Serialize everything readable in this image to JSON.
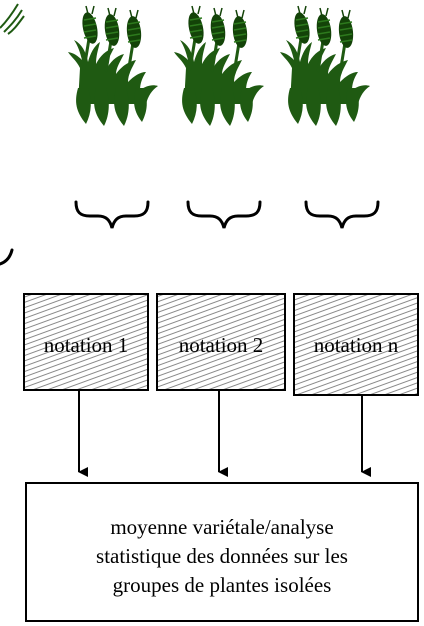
{
  "boxes": [
    {
      "label": "notation 1"
    },
    {
      "label": "notation 2"
    },
    {
      "label": "notation n"
    }
  ],
  "result": {
    "lines": [
      "moyenne variétale/analyse",
      "statistique des données sur les",
      "groupes de plantes isolées"
    ]
  },
  "icons": {
    "plant_group": "wheat-plants-icon",
    "brace": "brace-icon",
    "arrow": "arrow-down-icon"
  },
  "colors": {
    "plant_green": "#1f5a12",
    "plant_green_dark": "#134308",
    "line": "#000000",
    "hatch": "#8a8a8a"
  }
}
